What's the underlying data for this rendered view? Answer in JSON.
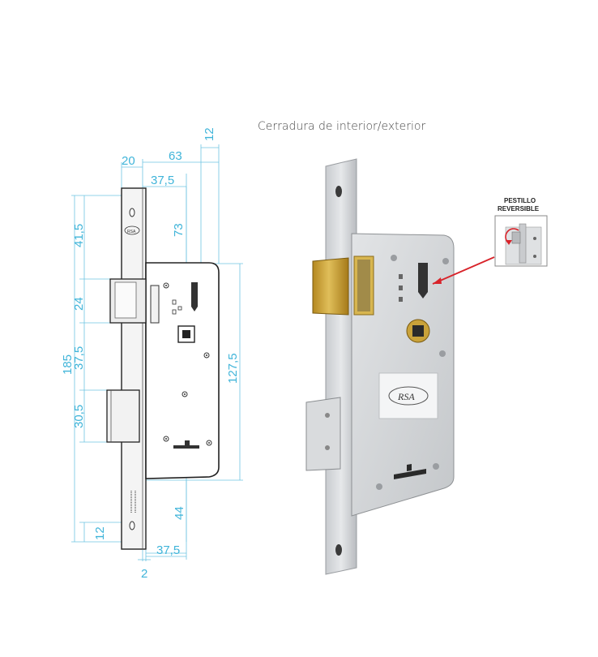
{
  "caption": "Cerradura de interior/exterior",
  "dimensions": {
    "top_20": "20",
    "top_63": "63",
    "top_12": "12",
    "top_37_5": "37,5",
    "v_73": "73",
    "v_41_5": "41,5",
    "v_24": "24",
    "v_185": "185",
    "v_37_5": "37,5",
    "v_127_5": "127,5",
    "v_30_5": "30,5",
    "v_44": "44",
    "v_12": "12",
    "bottom_37_5": "37,5",
    "bottom_2": "2"
  },
  "callout": {
    "line1": "PESTILLO",
    "line2": "REVERSIBLE"
  },
  "logo_text": "RSA",
  "colors": {
    "dimension": "#3fb4d9",
    "arrow": "#d8232a",
    "brass": "#c9a23a",
    "steel": "#d4d6d9"
  }
}
